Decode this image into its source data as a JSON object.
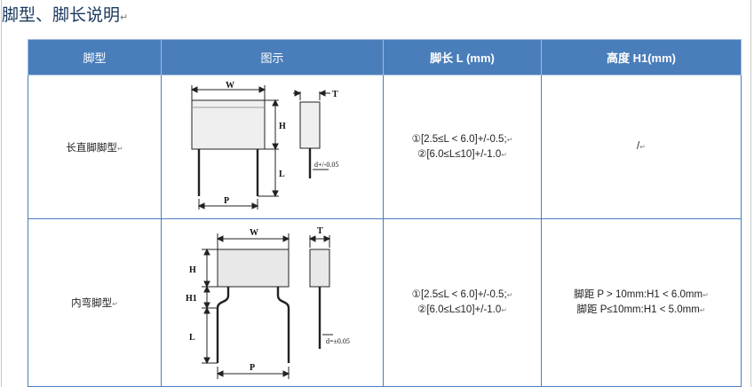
{
  "title": {
    "text": "脚型、脚长说明",
    "mark": "↵"
  },
  "table": {
    "headers": [
      "脚型",
      "图示",
      "脚长 L (mm)",
      "高度 H1(mm)"
    ],
    "rows": [
      {
        "type": "长直脚脚型",
        "length_lines": [
          "①[2.5≤L < 6.0]+/-0.5;",
          "②[6.0≤L≤10]+/-1.0"
        ],
        "height_lines": [
          "/"
        ],
        "diagram": {
          "W": "W",
          "T": "T",
          "H": "H",
          "L": "L",
          "P": "P",
          "d": "d+/-0.05"
        }
      },
      {
        "type": "内弯脚型",
        "length_lines": [
          "①[2.5≤L < 6.0]+/-0.5;",
          "②[6.0≤L≤10]+/-1.0"
        ],
        "height_lines": [
          "脚距  P > 10mm:H1 < 6.0mm",
          "脚距  P≤10mm:H1 < 5.0mm"
        ],
        "diagram": {
          "W": "W",
          "T": "T",
          "H": "H",
          "H1": "H1",
          "L": "L",
          "P": "P",
          "d": "d=±0.05"
        }
      }
    ]
  },
  "paragraph_mark": "↵"
}
